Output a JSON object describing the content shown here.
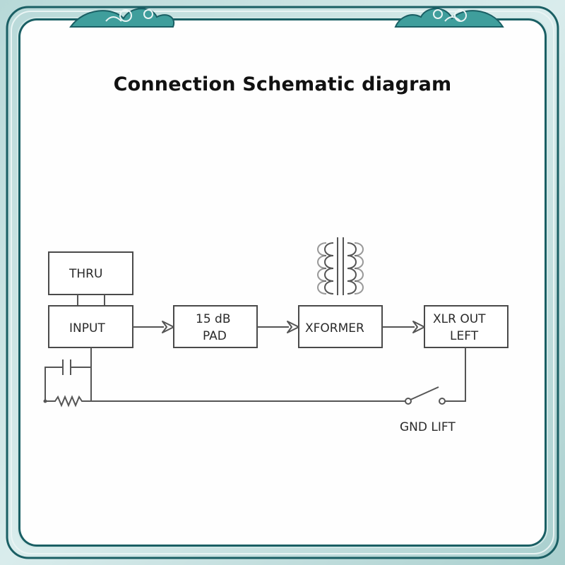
{
  "title": "Connection Schematic diagram",
  "blocks": {
    "thru": "THRU",
    "input": "INPUT",
    "pad_line1": "15 dB",
    "pad_line2": "PAD",
    "xformer": "XFORMER",
    "xlr_line1": "XLR OUT",
    "xlr_line2": "LEFT"
  },
  "gnd_lift": "GND LIFT",
  "colors": {
    "frame": "#1a5f64",
    "frame_light": "#cfe7e6",
    "ornament": "#3f9e9c",
    "card": "#fefefe",
    "line": "#4a4a4a"
  }
}
